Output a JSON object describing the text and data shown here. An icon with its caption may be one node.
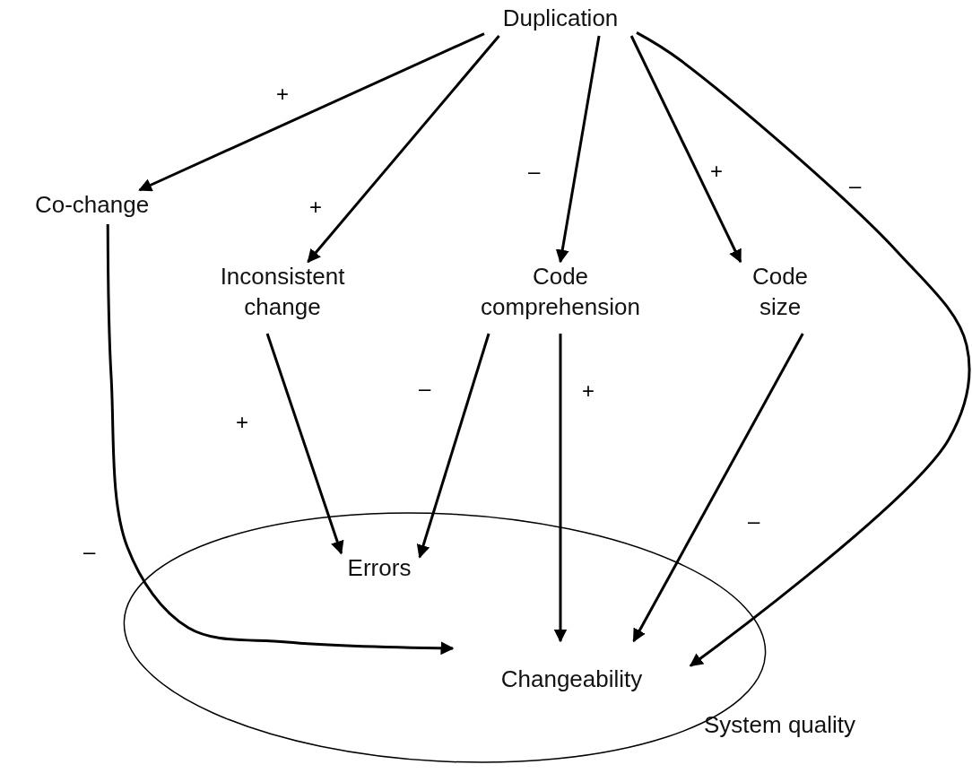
{
  "diagram": {
    "nodes": [
      {
        "text": [
          "Duplication"
        ]
      },
      {
        "text": [
          "Co-change"
        ]
      },
      {
        "text": [
          "Inconsistent change"
        ]
      },
      {
        "text": [
          "Code comprehension"
        ]
      },
      {
        "text": [
          "Code size"
        ]
      },
      {
        "text": [
          "System quality"
        ]
      },
      {
        "text": [
          "Errors"
        ],
        "in": 5
      },
      {
        "text": [
          "Changeability"
        ],
        "in": 5
      }
    ],
    "edges": [
      {
        "from": 0,
        "to": 1,
        "arrow": "to",
        "label": "+"
      },
      {
        "from": 0,
        "to": 2,
        "arrow": "to",
        "label": "+"
      },
      {
        "from": 0,
        "to": 3,
        "arrow": "to",
        "label": "–"
      },
      {
        "from": 0,
        "to": 4,
        "arrow": "to",
        "label": "+"
      },
      {
        "from": 0,
        "to": 7,
        "arrow": "to",
        "label": "–"
      },
      {
        "from": 1,
        "to": 7,
        "arrow": "to",
        "label": "–"
      },
      {
        "from": 2,
        "to": 6,
        "arrow": "to",
        "label": "+"
      },
      {
        "from": 3,
        "to": 6,
        "arrow": "to",
        "label": "–"
      },
      {
        "from": 3,
        "to": 7,
        "arrow": "to",
        "label": "+"
      },
      {
        "from": 4,
        "to": 7,
        "arrow": "to",
        "label": "–"
      }
    ]
  }
}
